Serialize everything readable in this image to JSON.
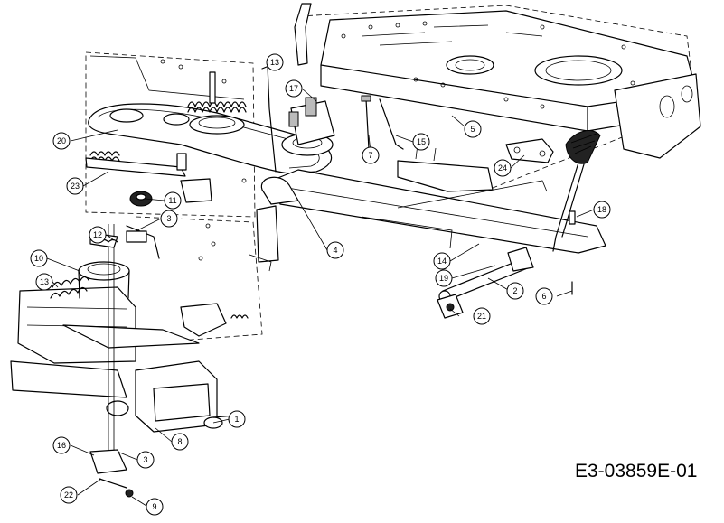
{
  "drawing_code": "E3-03859E-01",
  "callouts": [
    {
      "label": "13"
    },
    {
      "label": "17"
    },
    {
      "label": "20"
    },
    {
      "label": "23"
    },
    {
      "label": "11"
    },
    {
      "label": "3"
    },
    {
      "label": "12"
    },
    {
      "label": "10"
    },
    {
      "label": "13"
    },
    {
      "label": "7"
    },
    {
      "label": "15"
    },
    {
      "label": "5"
    },
    {
      "label": "24"
    },
    {
      "label": "18"
    },
    {
      "label": "4"
    },
    {
      "label": "14"
    },
    {
      "label": "19"
    },
    {
      "label": "2"
    },
    {
      "label": "6"
    },
    {
      "label": "21"
    },
    {
      "label": "1"
    },
    {
      "label": "8"
    },
    {
      "label": "3"
    },
    {
      "label": "16"
    },
    {
      "label": "22"
    },
    {
      "label": "9"
    }
  ]
}
